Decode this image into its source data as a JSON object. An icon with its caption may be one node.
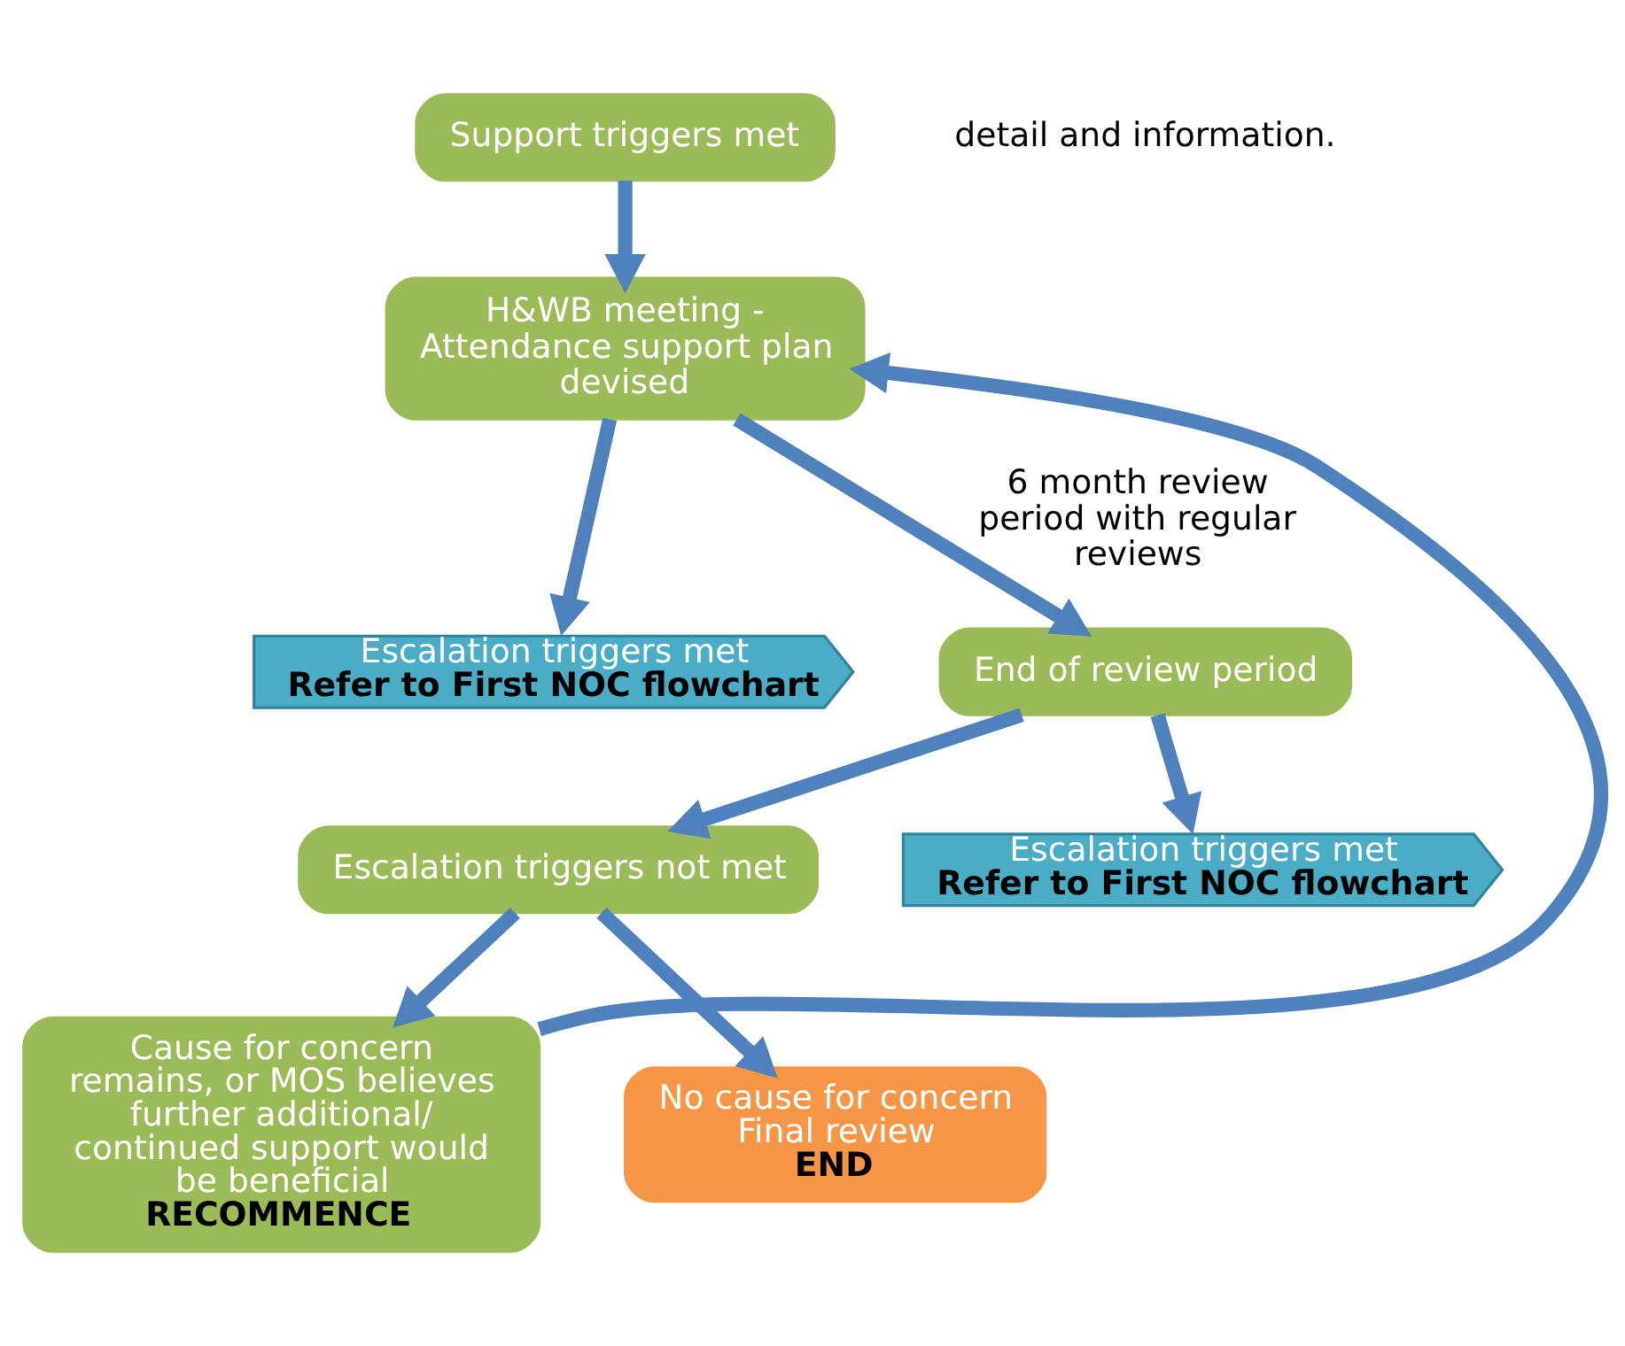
{
  "diagram": {
    "nodes": [
      {
        "text": [
          "Support triggers met"
        ]
      },
      {
        "text": [
          "H&WB meeting - Attendance support plan devised"
        ]
      },
      {
        "text": [
          "Escalation triggers met",
          "Refer to First NOC flowchart"
        ]
      },
      {
        "text": [
          "End of review period"
        ]
      },
      {
        "text": [
          "Escalation triggers not met"
        ]
      },
      {
        "text": [
          "Escalation triggers met",
          "Refer to First NOC flowchart"
        ]
      },
      {
        "text": [
          "Cause for concern remains, or MOS believes further additional/ continued support would be beneficial",
          "RECOMMENCE"
        ]
      },
      {
        "text": [
          "No cause for concern",
          "Final review",
          "END"
        ]
      }
    ],
    "edges": [
      {
        "from": 0,
        "to": 1,
        "arrow": "to"
      },
      {
        "from": 1,
        "to": 3,
        "arrow": "to",
        "label": "6 month review period with regular reviews"
      },
      {
        "from": 1,
        "to": 2,
        "arrow": "to"
      },
      {
        "from": 3,
        "to": 4,
        "arrow": "to"
      },
      {
        "from": 3,
        "to": 5,
        "arrow": "to"
      },
      {
        "from": 4,
        "to": 6,
        "arrow": "to"
      },
      {
        "from": 4,
        "to": 7,
        "arrow": "to"
      },
      {
        "from": 6,
        "to": 1,
        "arrow": "to"
      }
    ],
    "labels": [
      "detail and information."
    ]
  }
}
